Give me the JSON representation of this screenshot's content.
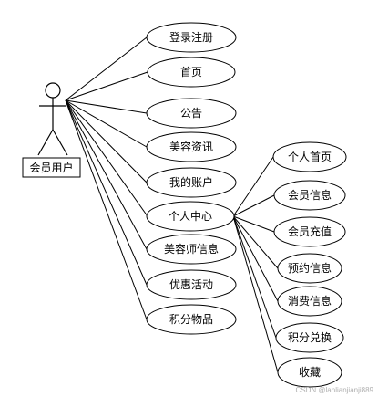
{
  "actor": {
    "label": "会员用户"
  },
  "use_cases": [
    {
      "id": "login",
      "label": "登录注册"
    },
    {
      "id": "home",
      "label": "首页"
    },
    {
      "id": "notice",
      "label": "公告"
    },
    {
      "id": "beauty-news",
      "label": "美容资讯"
    },
    {
      "id": "my-account",
      "label": "我的账户"
    },
    {
      "id": "personal-center",
      "label": "个人中心"
    },
    {
      "id": "beautician-info",
      "label": "美容师信息"
    },
    {
      "id": "promotions",
      "label": "优惠活动"
    },
    {
      "id": "points-goods",
      "label": "积分物品"
    }
  ],
  "personal_center_children": [
    {
      "id": "personal-home",
      "label": "个人首页"
    },
    {
      "id": "member-info",
      "label": "会员信息"
    },
    {
      "id": "member-recharge",
      "label": "会员充值"
    },
    {
      "id": "booking-info",
      "label": "预约信息"
    },
    {
      "id": "consumption-info",
      "label": "消费信息"
    },
    {
      "id": "points-exchange",
      "label": "积分兑换"
    },
    {
      "id": "favorites",
      "label": "收藏"
    }
  ],
  "watermark": "CSDN @lanlianjianji889"
}
